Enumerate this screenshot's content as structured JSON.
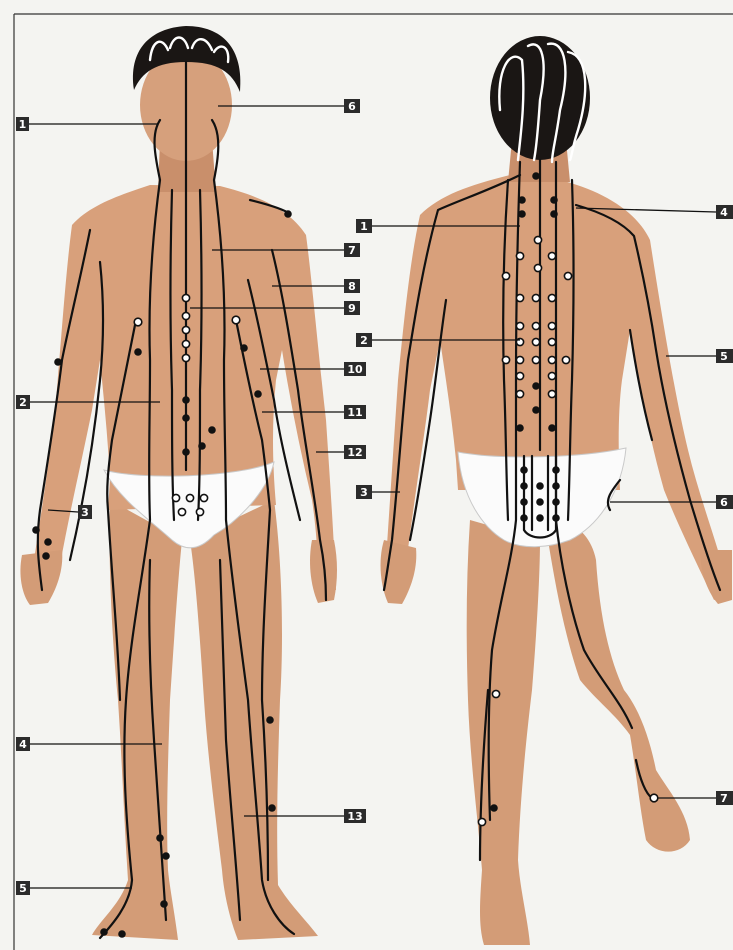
{
  "figure": {
    "front_labels": [
      {
        "id": "f1",
        "text": "1"
      },
      {
        "id": "f2",
        "text": "2"
      },
      {
        "id": "f3",
        "text": "3"
      },
      {
        "id": "f4",
        "text": "4"
      },
      {
        "id": "f5",
        "text": "5"
      },
      {
        "id": "f6",
        "text": "6"
      },
      {
        "id": "f7",
        "text": "7"
      },
      {
        "id": "f8",
        "text": "8"
      },
      {
        "id": "f9",
        "text": "9"
      },
      {
        "id": "f10",
        "text": "10"
      },
      {
        "id": "f11",
        "text": "11"
      },
      {
        "id": "f12",
        "text": "12"
      },
      {
        "id": "f13",
        "text": "13"
      }
    ],
    "back_labels": [
      {
        "id": "b1",
        "text": "1"
      },
      {
        "id": "b2",
        "text": "2"
      },
      {
        "id": "b3",
        "text": "3"
      },
      {
        "id": "b4",
        "text": "4"
      },
      {
        "id": "b5",
        "text": "5"
      },
      {
        "id": "b6",
        "text": "6"
      },
      {
        "id": "b7",
        "text": "7"
      }
    ],
    "colors": {
      "background": "#f4f4f1",
      "skin": "#d9a47f",
      "skin_shadow": "#b97e5c",
      "hair": "#1a1614",
      "briefs": "#fbfbfb",
      "meridian_line": "#111111",
      "label_box": "#2b2b2b",
      "label_text": "#ffffff"
    }
  }
}
